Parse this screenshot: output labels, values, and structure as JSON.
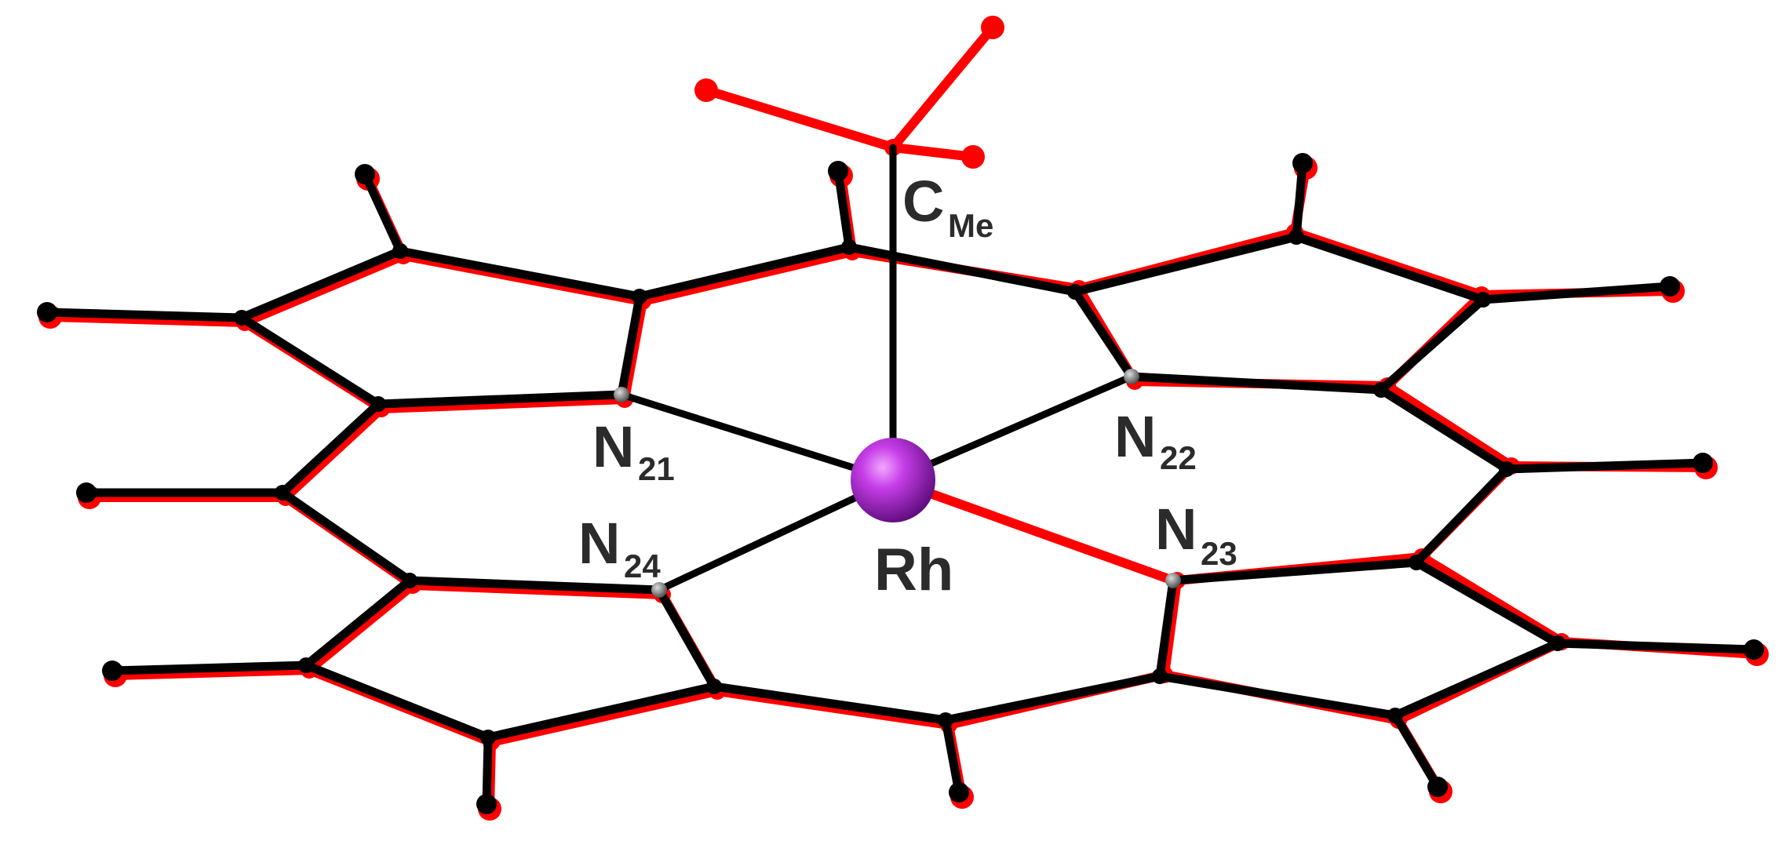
{
  "labels": {
    "c_me": {
      "main": "C",
      "sub": "Me"
    },
    "n21": {
      "main": "N",
      "sub": "21"
    },
    "n22": {
      "main": "N",
      "sub": "22"
    },
    "n23": {
      "main": "N",
      "sub": "23"
    },
    "n24": {
      "main": "N",
      "sub": "24"
    },
    "rh": {
      "main": "Rh"
    }
  },
  "colors": {
    "overlay_a": "#000000",
    "overlay_b": "#ff0000",
    "metal": "#a020c8",
    "label": "#2b2b2b"
  }
}
